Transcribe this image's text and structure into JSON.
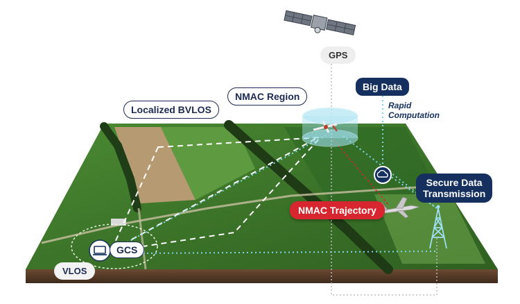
{
  "labels": {
    "gps": "GPS",
    "big_data": "Big Data",
    "rapid": "Rapid",
    "computation": "Computation",
    "nmac_region": "NMAC Region",
    "localized_bvlos": "Localized BVLOS",
    "secure_line1": "Secure Data",
    "secure_line2": "Transmission",
    "nmac_trajectory": "NMAC Trajectory",
    "gcs": "GCS",
    "vlos": "VLOS"
  },
  "colors": {
    "dark_navy": "#15305e",
    "accent_red": "#d7262f",
    "link_cyan": "#7fd6e6",
    "field_green": "#3f7a2e"
  }
}
